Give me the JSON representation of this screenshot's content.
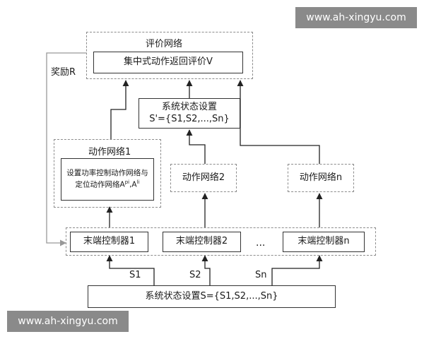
{
  "watermark_top": "www.ah-xingyu.com",
  "watermark_bottom": "www.ah-xingyu.com",
  "critic_group_label": "评价网络",
  "critic_box": "集中式动作返回评价V",
  "reward_label": "奖励R",
  "state_box": {
    "line1": "系统状态设置",
    "line2": "S'={S1,S2,...,Sn}"
  },
  "actor1_group_label": "动作网络1",
  "actor1_inner": {
    "line1": "设置功率控制动作网络与",
    "line2_prefix": "定位动作网络A",
    "sup1": "pi",
    "sep": ",A",
    "sup2": "li"
  },
  "actor2_box": "动作网络2",
  "actorn_box": "动作网络n",
  "controllers": [
    "末端控制器1",
    "末端控制器2",
    "末端控制器n"
  ],
  "ellipsis": "...",
  "signals": [
    "S1",
    "S2",
    "Sn"
  ],
  "bottom_state_box": "系统状态设置S={S1,S2,...,Sn}",
  "colors": {
    "line": "#222222",
    "dash": "#8c8c8c",
    "feedback_arrow": "#999999",
    "watermark_bg": "#8a8a8a"
  }
}
